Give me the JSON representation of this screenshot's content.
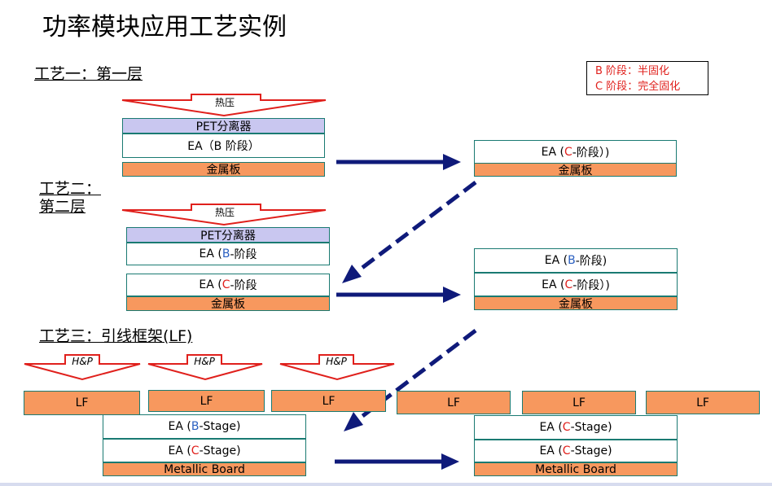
{
  "title": "功率模块应用工艺实例",
  "legend": {
    "b_prefix": "B",
    "b_text": " 阶段：半固化",
    "c_prefix": "C",
    "c_text": " 阶段：完全固化"
  },
  "process1": {
    "heading": "工艺一：第一层",
    "press_label": "热压",
    "pet": "PET分离器",
    "ea_left": "EA（B 阶段）",
    "metal": "金属板",
    "result_ea": {
      "pre": "EA (",
      "letter": "C",
      "post": "-阶段）)"
    },
    "result_metal": "金属板"
  },
  "process2": {
    "heading_line1": "工艺二：",
    "heading_line2": "第二层",
    "press_label": "热压",
    "pet": "PET分离器",
    "ea_b": {
      "pre": "EA (",
      "letter": "B",
      "post": "-阶段"
    },
    "ea_c": {
      "pre": "EA (",
      "letter": "C",
      "post": "-阶段"
    },
    "metal": "金属板",
    "result_ea_b": {
      "pre": "EA (",
      "letter": "B",
      "post": "-阶段)"
    },
    "result_ea_c": {
      "pre": "EA (",
      "letter": "C",
      "post": "-阶段）)"
    },
    "result_metal": "金属板"
  },
  "process3": {
    "heading": "工艺三：引线框架(LF)",
    "hp_labels": [
      "H&P",
      "H&P",
      "H&P"
    ],
    "lf_labels": [
      "LF",
      "LF",
      "LF",
      "LF",
      "LF",
      "LF"
    ],
    "ea_b": {
      "pre": "EA (",
      "letter": "B",
      "post": "-Stage)"
    },
    "ea_c": {
      "pre": "EA (",
      "letter": "C",
      "post": "-Stage)"
    },
    "metal": "Metallic   Board",
    "result_ea_c1": {
      "pre": "EA (",
      "letter": "C",
      "post": "-Stage)"
    },
    "result_ea_c2": {
      "pre": "EA (",
      "letter": "C",
      "post": "-Stage)"
    },
    "result_metal": "Metallic   Board"
  },
  "colors": {
    "accent_red": "#e0201c",
    "accent_blue": "#2a5fc0",
    "arrow_navy": "#0f1a7a",
    "metal_orange": "#f7985e",
    "pet_lavender": "#c9c7f0"
  }
}
